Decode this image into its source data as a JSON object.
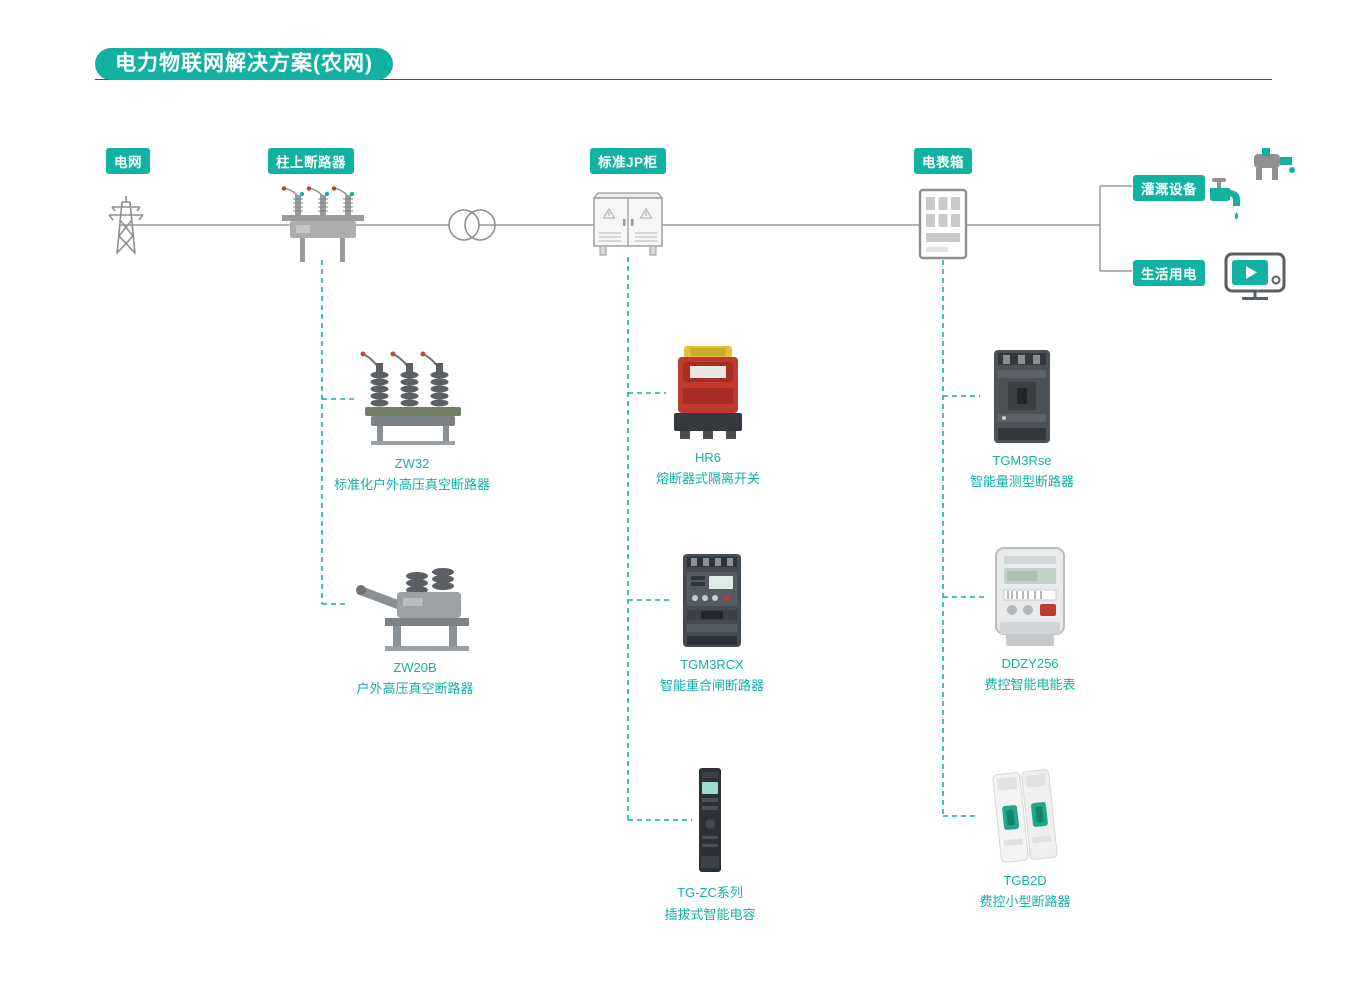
{
  "colors": {
    "accent": "#12b2a3",
    "schematic_line": "#9a9a9a",
    "header_rule": "#4f4f4f",
    "caption_text": "#12b2a3"
  },
  "header": {
    "title": "电力物联网解决方案(农网)"
  },
  "schematic": {
    "labels": {
      "grid": "电网",
      "pole_breaker": "柱上断路器",
      "jp_cabinet": "标准JP柜",
      "meter_box": "电表箱",
      "irrigation": "灌溉设备",
      "domestic_power": "生活用电"
    },
    "icons": {
      "grid": "transmission-tower-icon",
      "pole_breaker": "pole-mounted-breaker-icon",
      "transformer": "transformer-coils-icon",
      "jp_cabinet": "distribution-cabinet-icon",
      "meter_box": "meter-box-icon",
      "irrigation": "faucet-sprinkler-icon",
      "domestic_power": "monitor-play-icon"
    }
  },
  "product_groups": [
    {
      "source": "柱上断路器",
      "items": [
        {
          "model": "ZW32",
          "desc": "标准化户外高压真空断路器"
        },
        {
          "model": "ZW20B",
          "desc": "户外高压真空断路器"
        }
      ]
    },
    {
      "source": "标准JP柜",
      "items": [
        {
          "model": "HR6",
          "desc": "熔断器式隔离开关"
        },
        {
          "model": "TGM3RCX",
          "desc": "智能重合闸断路器"
        },
        {
          "model": "TG-ZC系列",
          "desc": "插拔式智能电容"
        }
      ]
    },
    {
      "source": "电表箱",
      "items": [
        {
          "model": "TGM3Rse",
          "desc": "智能量测型断路器"
        },
        {
          "model": "DDZY256",
          "desc": "费控智能电能表"
        },
        {
          "model": "TGB2D",
          "desc": "费控小型断路器"
        }
      ]
    }
  ]
}
